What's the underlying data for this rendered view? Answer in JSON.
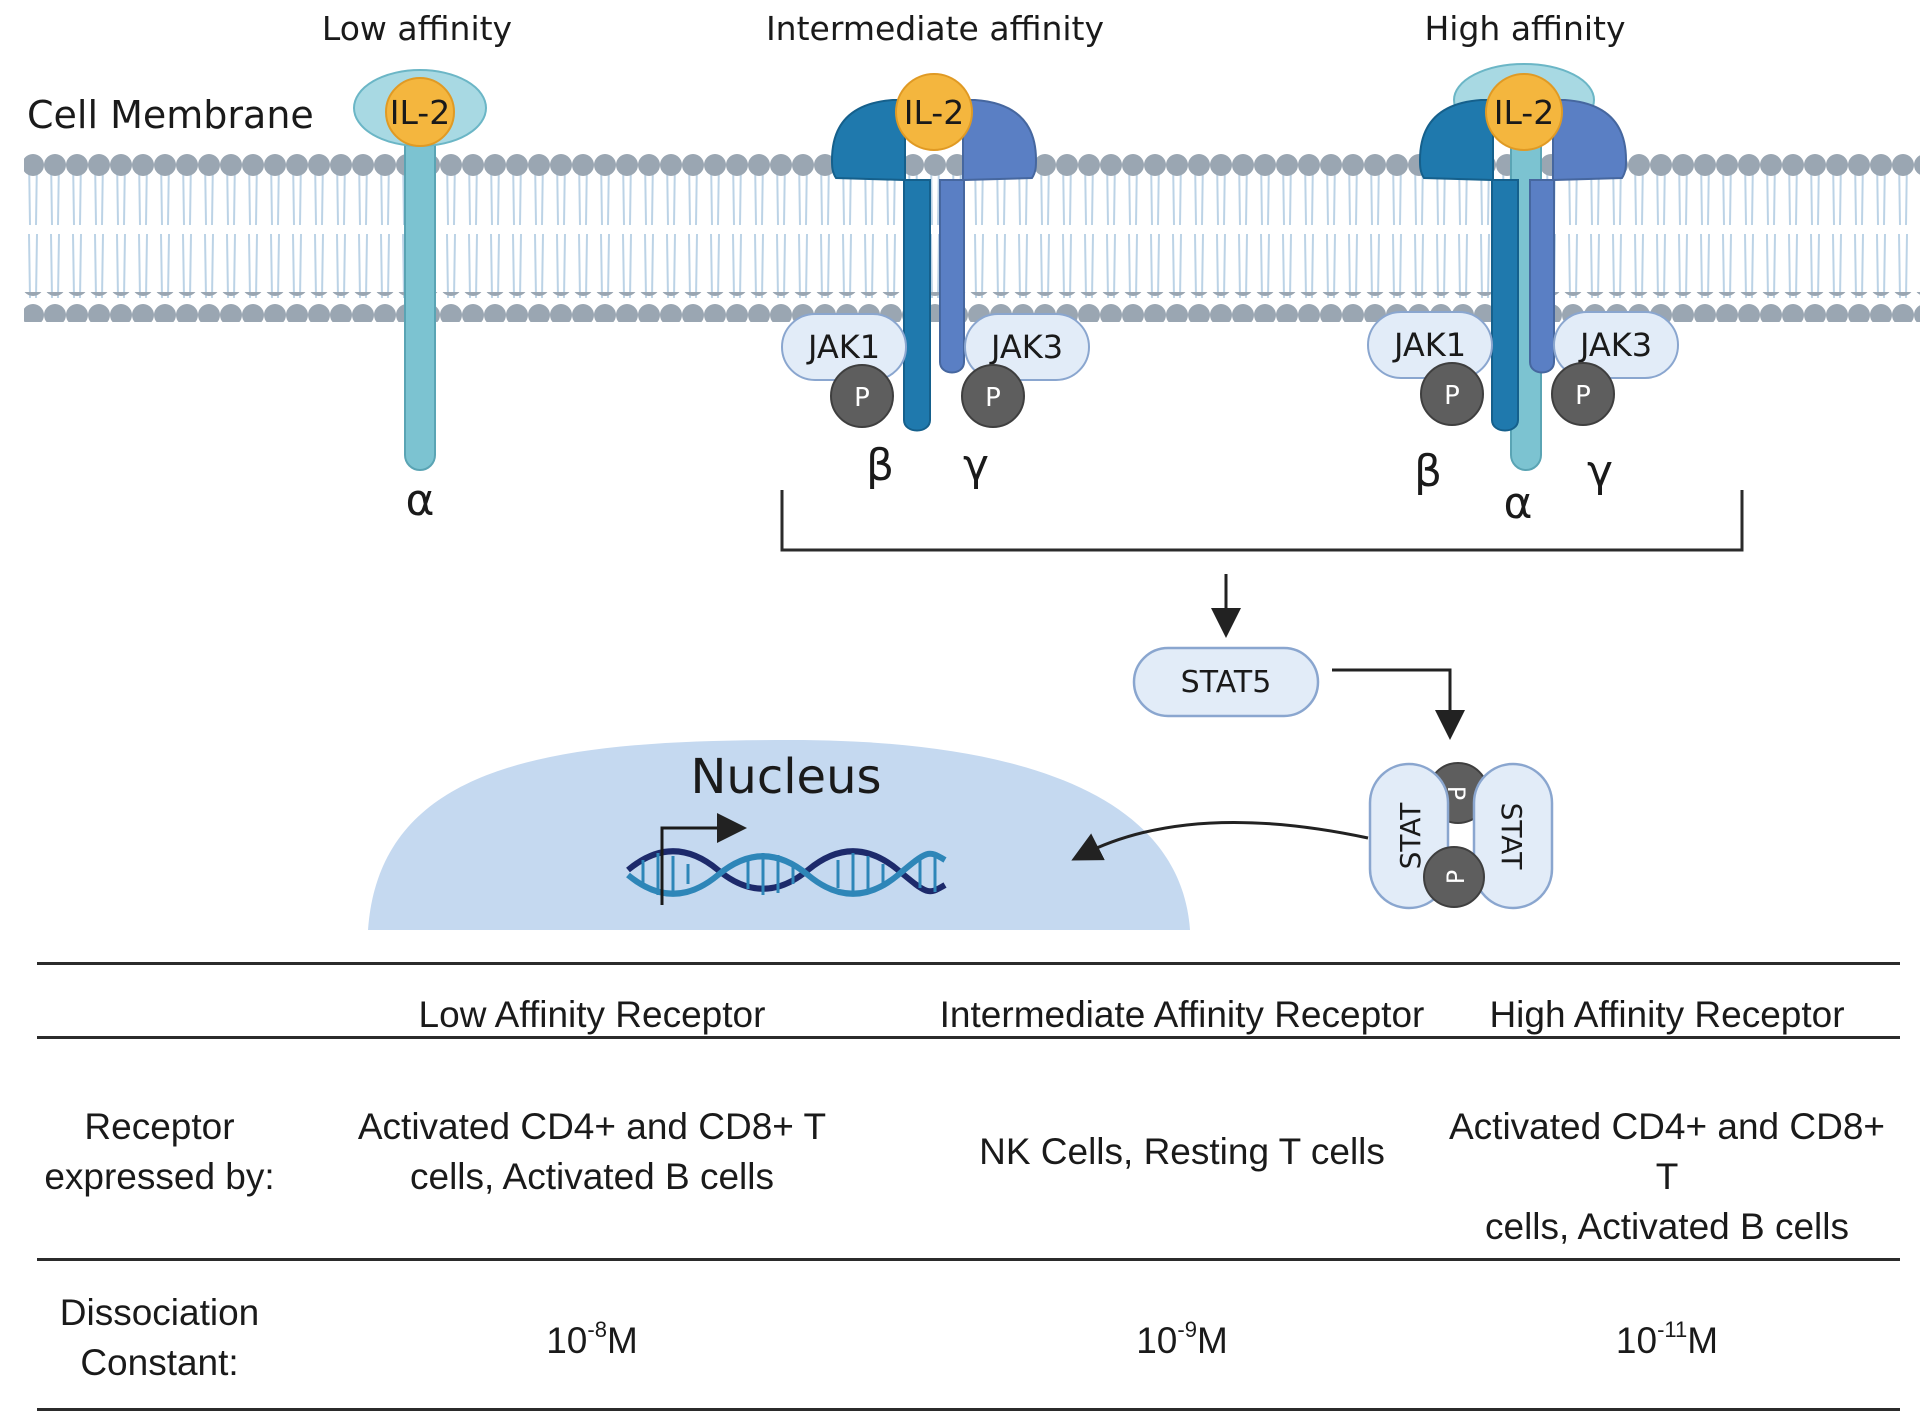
{
  "diagram": {
    "titles": {
      "low": "Low affinity",
      "intermediate": "Intermediate affinity",
      "high": "High affinity"
    },
    "membrane_label": "Cell Membrane",
    "ligand_label": "IL-2",
    "subunits": {
      "alpha": "α",
      "beta": "β",
      "gamma": "γ"
    },
    "kinases": {
      "jak1": "JAK1",
      "jak3": "JAK3"
    },
    "phospho_label": "P",
    "stat5_label": "STAT5",
    "stat_label": "STAT",
    "nucleus_label": "Nucleus",
    "colors": {
      "membrane_head": "#9aa6b2",
      "membrane_tail": "#bcd3e6",
      "alpha_chain": "#7cc3d1",
      "beta_chain": "#1f79ad",
      "gamma_chain": "#5a7fc4",
      "il2": "#f4b63e",
      "jak_fill": "#e2ecf8",
      "jak_stroke": "#8aa6cf",
      "phospho": "#5e5e5e",
      "nucleus": "#c5d9f0",
      "dna_dark": "#1d2a6b",
      "dna_light": "#2e86b8"
    }
  },
  "table": {
    "headers": [
      "",
      "Low Affinity Receptor",
      "Intermediate Affinity Receptor",
      "High Affinity Receptor"
    ],
    "rows": [
      {
        "label_line1": "Receptor",
        "label_line2": "expressed by:",
        "values": [
          {
            "line1": "Activated CD4+ and CD8+ T",
            "line2": "cells, Activated B cells"
          },
          {
            "line1": "NK Cells, Resting T cells",
            "line2": ""
          },
          {
            "line1": "Activated CD4+ and CD8+ T",
            "line2": "cells, Activated B cells"
          }
        ]
      },
      {
        "label_line1": "Dissociation",
        "label_line2": "Constant:",
        "values": [
          {
            "base": "10",
            "exp": "-8",
            "unit": "M"
          },
          {
            "base": "10",
            "exp": "-9",
            "unit": "M"
          },
          {
            "base": "10",
            "exp": "-11",
            "unit": "M"
          }
        ]
      }
    ]
  }
}
